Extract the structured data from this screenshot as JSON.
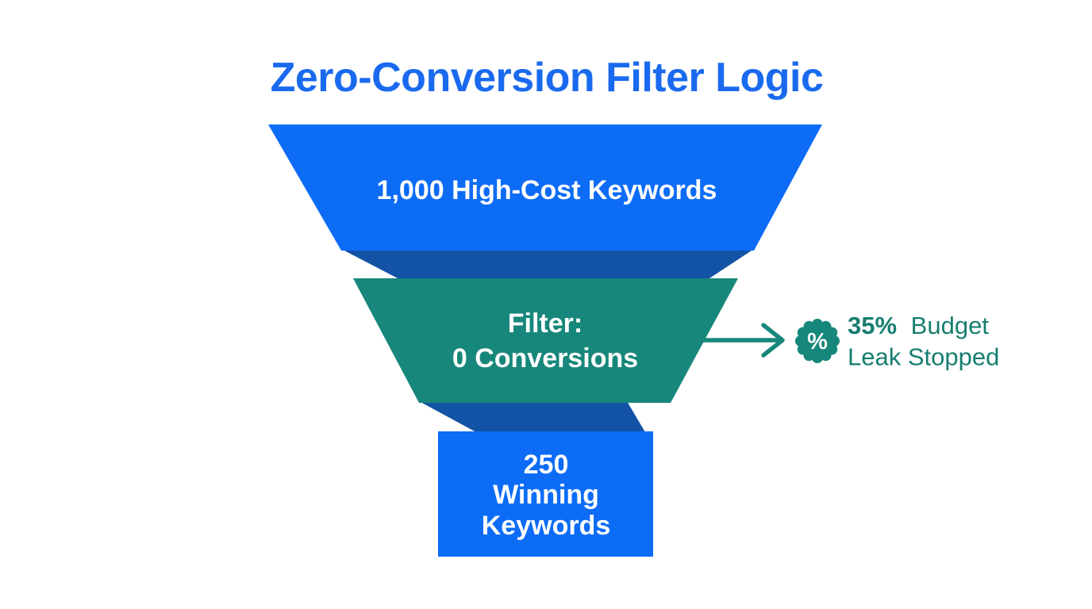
{
  "title": "Zero-Conversion Filter Logic",
  "colors": {
    "title_blue": "#1a6af0",
    "stage_blue": "#0d6cf6",
    "connector_blue": "#1253a5",
    "teal": "#17877b",
    "annotation_teal": "#177e70",
    "white": "#ffffff"
  },
  "funnel": {
    "stage1": {
      "label": "1,000 High-Cost Keywords"
    },
    "stage2": {
      "line1": "Filter:",
      "line2": "0 Conversions"
    },
    "stage3": {
      "line1": "250",
      "line2": "Winning",
      "line3": "Keywords"
    }
  },
  "annotation": {
    "badge_symbol": "%",
    "highlight": "35%",
    "text_after_highlight": "Budget",
    "line2": "Leak Stopped"
  }
}
